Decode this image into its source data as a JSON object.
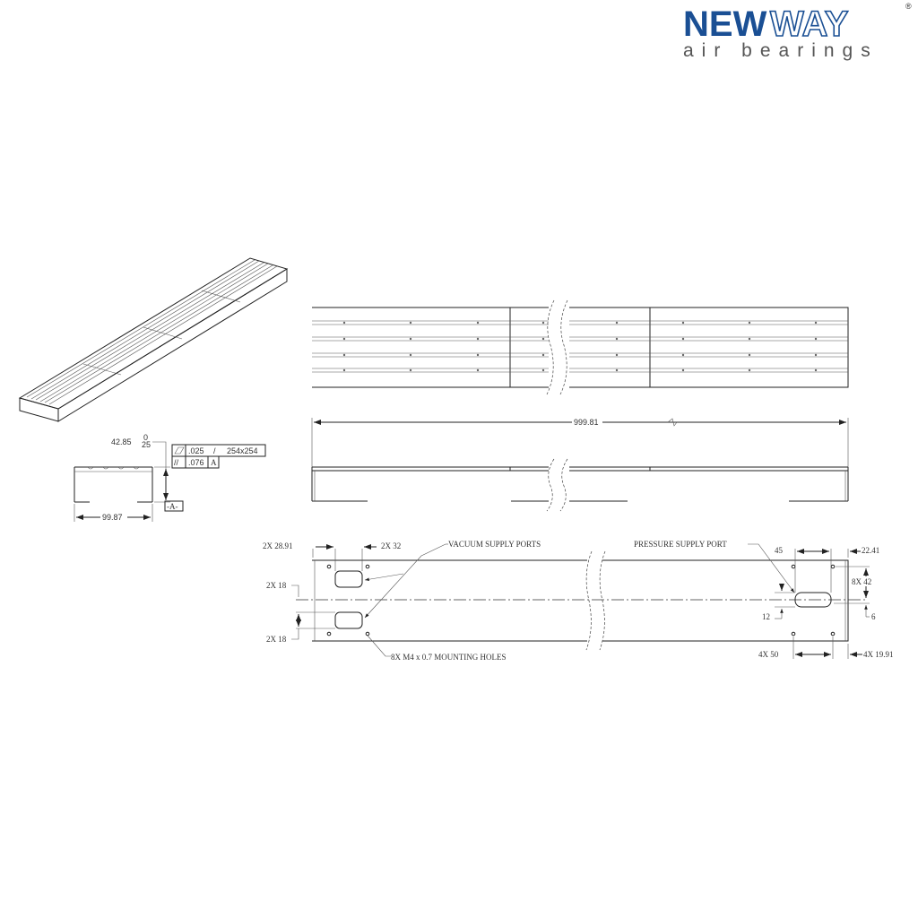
{
  "logo": {
    "brand_a": "NEW",
    "brand_b": "WAY",
    "tagline": "air bearings",
    "registered": "®",
    "color": "#1a4f94"
  },
  "end_view": {
    "height_dim": "42.85",
    "tol_upper": "0",
    "tol_lower": "25",
    "width_dim": "99.87",
    "flatness_value": ".025",
    "flatness_sep": "/",
    "flatness_area": "254x254",
    "parallel_symbol": "//",
    "parallel_value": ".076",
    "parallel_datum": "A",
    "datum_label": "-A-"
  },
  "side_view": {
    "length_dim": "999.81"
  },
  "bottom_view": {
    "dim_2x_2891": "2X 28.91",
    "dim_2x_32": "2X 32",
    "dim_2x_18_top": "2X 18",
    "dim_2x_18_bottom": "2X 18",
    "vacuum_label": "VACUUM SUPPLY PORTS",
    "mounting_label": "8X M4 x 0.7 MOUNTING HOLES",
    "pressure_label": "PRESSURE SUPPLY PORT",
    "dim_45": "45",
    "dim_2241": "22.41",
    "dim_8x_42": "8X 42",
    "dim_12": "12",
    "dim_6": "6",
    "dim_4x_50": "4X 50",
    "dim_4x_1991": "4X 19.91"
  }
}
